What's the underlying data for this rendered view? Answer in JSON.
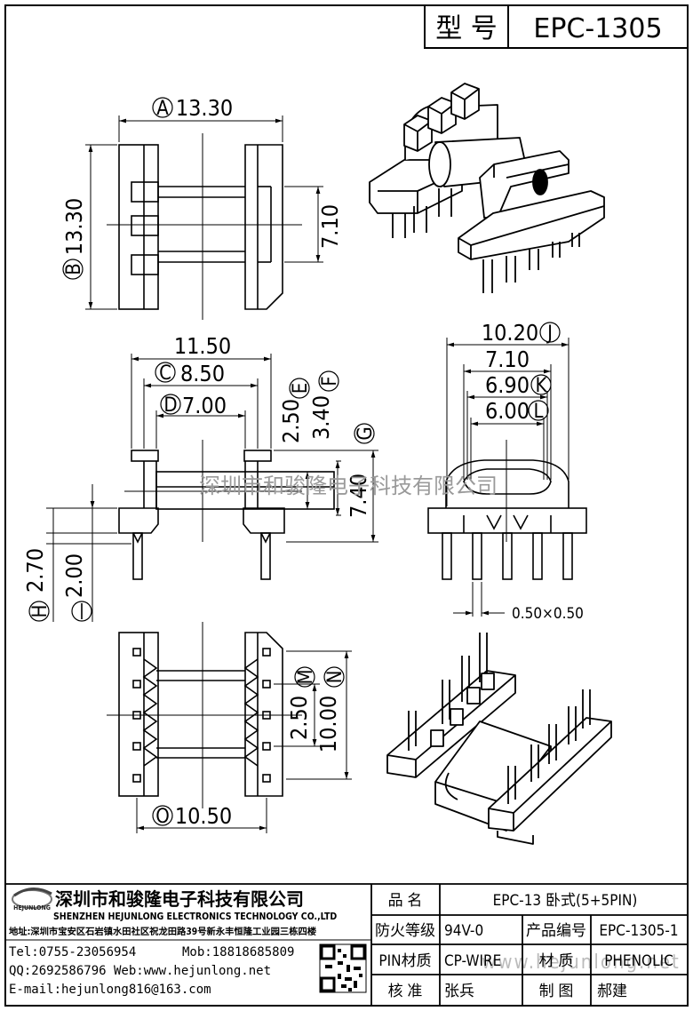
{
  "header": {
    "model_label": "型  号",
    "model_value": "EPC-1305"
  },
  "dims": {
    "A": "A",
    "A_val": "13.30",
    "B": "B",
    "B_val": "13.30",
    "side_710": "7.10",
    "overall_1150": "11.50",
    "C": "C",
    "C_val": "8.50",
    "D": "D",
    "D_val": "7.00",
    "E": "E",
    "E_val": "2.50",
    "F": "F",
    "F_val": "3.40",
    "G": "G",
    "G_val": "7.40",
    "H": "H",
    "H_val": "2.70",
    "I_val": "2.00",
    "J": "J",
    "J_val": "10.20",
    "front_710": "7.10",
    "K": "K",
    "K_val": "6.90",
    "L": "L",
    "L_val": "6.00",
    "pin_size": "0.50×0.50",
    "M": "M",
    "M_val": "2.50",
    "N": "N",
    "N_val": "10.00",
    "O": "O",
    "O_val": "10.50"
  },
  "watermark": {
    "company": "深圳市和骏隆电子科技有限公司",
    "url": "www.hejunlong.net"
  },
  "footer": {
    "logo_text": "HEJUNLONG",
    "company_cn": "深圳市和骏隆电子科技有限公司",
    "company_en": "SHENZHEN HEJUNLONG ELECTRONICS TECHNOLOGY CO.,LTD",
    "address": "地址:深圳市宝安区石岩镇水田社区祝龙田路39号新永丰恒隆工业园三栋四楼",
    "tel": "Tel:0755-23056954",
    "mob": "Mob:18818685809",
    "qq": "QQ:2692586796 Web:www.hejunlong.net",
    "email": "E-mail:hejunlong816@163.com",
    "rows": [
      {
        "label": "品  名",
        "value": "EPC-13 卧式(5+5PIN)"
      },
      {
        "label": "防火等级",
        "value": "94V-0",
        "label2": "产品编号",
        "value2": "EPC-1305-1"
      },
      {
        "label": "PIN材质",
        "value": "CP-WIRE",
        "label2": "材  质",
        "value2": "PHENOLIC"
      },
      {
        "label": "核  准",
        "value": "张兵",
        "label2": "制  图",
        "value2": "郝建"
      }
    ]
  }
}
